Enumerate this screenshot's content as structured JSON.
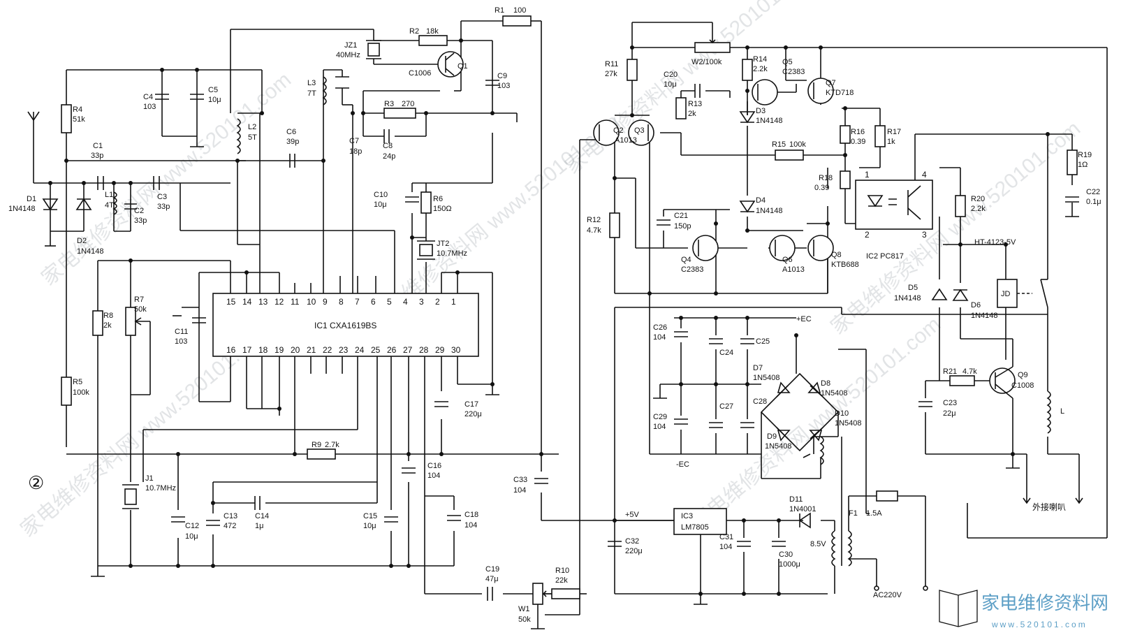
{
  "figure_number": "②",
  "ic1": {
    "label": "IC1 CXA1619BS",
    "top_pins": [
      "15",
      "14",
      "13",
      "12",
      "11",
      "10",
      "9",
      "8",
      "7",
      "6",
      "5",
      "4",
      "3",
      "2",
      "1"
    ],
    "bottom_pins": [
      "16",
      "17",
      "18",
      "19",
      "20",
      "21",
      "22",
      "23",
      "24",
      "25",
      "26",
      "27",
      "28",
      "29",
      "30"
    ]
  },
  "ic2": {
    "label": "IC2 PC817",
    "pins": [
      "1",
      "2",
      "3",
      "4"
    ]
  },
  "ic3": {
    "label": "IC3",
    "part": "LM7805"
  },
  "components": {
    "R1": [
      "R1",
      "100"
    ],
    "R2": [
      "R2",
      "18k"
    ],
    "R3": [
      "R3",
      "270"
    ],
    "R4": [
      "R4",
      "51k"
    ],
    "R5": [
      "R5",
      "100k"
    ],
    "R6": [
      "R6",
      "150Ω"
    ],
    "R7": [
      "R7",
      "50k"
    ],
    "R8": [
      "R8",
      "2k"
    ],
    "R9": [
      "R9",
      "2.7k"
    ],
    "R10": [
      "R10",
      "22k"
    ],
    "R11": [
      "R11",
      "27k"
    ],
    "R12": [
      "R12",
      "4.7k"
    ],
    "R13": [
      "R13",
      "2k"
    ],
    "R14": [
      "R14",
      "2.2k"
    ],
    "R15": [
      "R15",
      "100k"
    ],
    "R16": [
      "R16",
      "0.39"
    ],
    "R17": [
      "R17",
      "1k"
    ],
    "R18": [
      "R18",
      "0.39"
    ],
    "R19": [
      "R19",
      "1Ω"
    ],
    "R20": [
      "R20",
      "2.2k"
    ],
    "R21": [
      "R21",
      "4.7k"
    ],
    "W1": [
      "W1",
      "50k"
    ],
    "W2": [
      "W2/100k",
      ""
    ],
    "C1": [
      "C1",
      "33p"
    ],
    "C2": [
      "C2",
      "33p"
    ],
    "C3": [
      "C3",
      "33p"
    ],
    "C4": [
      "C4",
      "103"
    ],
    "C5": [
      "C5",
      "10μ"
    ],
    "C6": [
      "C6",
      "39p"
    ],
    "C7": [
      "C7",
      "18p"
    ],
    "C8": [
      "C8",
      "24p"
    ],
    "C9": [
      "C9",
      "103"
    ],
    "C10": [
      "C10",
      "10μ"
    ],
    "C11": [
      "C11",
      "103"
    ],
    "C12": [
      "C12",
      "10μ"
    ],
    "C13": [
      "C13",
      "472"
    ],
    "C14": [
      "C14",
      "1μ"
    ],
    "C15": [
      "C15",
      "10μ"
    ],
    "C16": [
      "C16",
      "104"
    ],
    "C17": [
      "C17",
      "220μ"
    ],
    "C18": [
      "C18",
      "104"
    ],
    "C19": [
      "C19",
      "47μ"
    ],
    "C20": [
      "C20",
      "10μ"
    ],
    "C21": [
      "C21",
      "150p"
    ],
    "C22": [
      "C22",
      "0.1μ"
    ],
    "C23": [
      "C23",
      "22μ"
    ],
    "C24": [
      "C24",
      ""
    ],
    "C25": [
      "C25",
      ""
    ],
    "C26": [
      "C26",
      "104"
    ],
    "C27": [
      "C27",
      ""
    ],
    "C28": [
      "C28",
      ""
    ],
    "C29": [
      "C29",
      "104"
    ],
    "C30": [
      "C30",
      "1000μ"
    ],
    "C31": [
      "C31",
      "104"
    ],
    "C32": [
      "C32",
      "220μ"
    ],
    "C33": [
      "C33",
      "104"
    ],
    "L1": [
      "L1",
      "4T"
    ],
    "L2": [
      "L2",
      "5T"
    ],
    "L3": [
      "L3",
      "7T"
    ],
    "L": [
      "L",
      ""
    ],
    "D1": [
      "D1",
      "1N4148"
    ],
    "D2": [
      "D2",
      "1N4148"
    ],
    "D3": [
      "D3",
      "1N4148"
    ],
    "D4": [
      "D4",
      "1N4148"
    ],
    "D5": [
      "D5",
      "1N4148"
    ],
    "D6": [
      "D6",
      "1N4148"
    ],
    "D7": [
      "D7",
      "1N5408"
    ],
    "D8": [
      "D8",
      "1N5408"
    ],
    "D9": [
      "D9",
      "1N5408"
    ],
    "D10": [
      "D10",
      "1N5408"
    ],
    "D11": [
      "D11",
      "1N4001"
    ],
    "Q1": [
      "Q1",
      "C1006"
    ],
    "Q2": [
      "Q2",
      "A1013"
    ],
    "Q3": [
      "Q3",
      ""
    ],
    "Q4": [
      "Q4",
      "C2383"
    ],
    "Q5": [
      "Q5",
      "C2383"
    ],
    "Q6": [
      "Q6",
      "A1013"
    ],
    "Q7": [
      "Q7",
      "KTD718"
    ],
    "Q8": [
      "Q8",
      "KTB688"
    ],
    "Q9": [
      "Q9",
      "C1008"
    ],
    "JZ1": [
      "JZ1",
      "40MHz"
    ],
    "J1": [
      "J1",
      "10.7MHz"
    ],
    "JT2": [
      "JT2",
      "10.7MHz"
    ],
    "F1": [
      "F1",
      "1.5A"
    ],
    "JD": [
      "JD",
      ""
    ]
  },
  "net_labels": {
    "plus5v": "+5V",
    "plus_ec": "+EC",
    "minus_ec": "-EC",
    "v85": "8.5V",
    "ac220": "AC220V",
    "relay": "HT-4123-5V",
    "speaker": "外接喇叭"
  },
  "brand": {
    "name": "家电维修资料网",
    "url": "www.520101.com"
  },
  "watermark": {
    "text": "家电维修资料网 www.520101.com"
  },
  "colors": {
    "ink": "#111111",
    "background": "#ffffff",
    "brand": "#5d9fc6",
    "watermark": "#9aa2a8"
  }
}
